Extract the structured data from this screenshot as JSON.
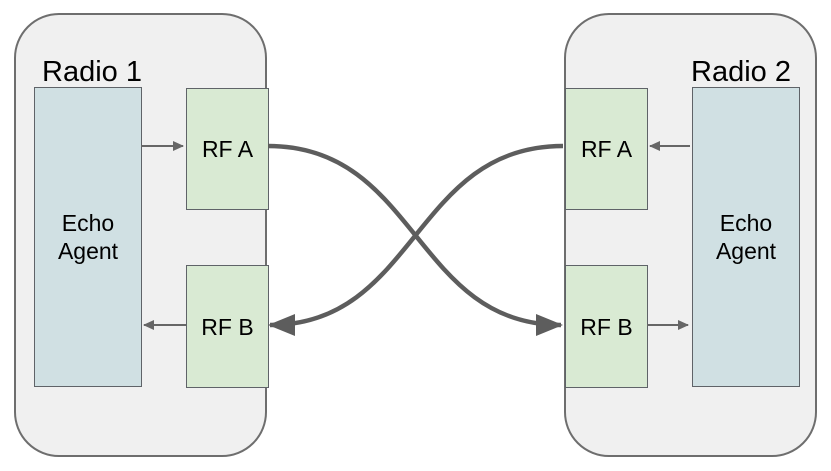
{
  "diagram": {
    "radios": [
      {
        "id": "radio-1",
        "title": "Radio 1",
        "agent_label": "Echo Agent",
        "rf_a_label": "RF A",
        "rf_b_label": "RF B"
      },
      {
        "id": "radio-2",
        "title": "Radio 2",
        "agent_label": "Echo Agent",
        "rf_a_label": "RF A",
        "rf_b_label": "RF B"
      }
    ],
    "connections": [
      {
        "from": "radio-1-echo-agent",
        "to": "radio-1-rf-a",
        "style": "thin"
      },
      {
        "from": "radio-1-rf-b",
        "to": "radio-1-echo-agent",
        "style": "thin"
      },
      {
        "from": "radio-2-echo-agent",
        "to": "radio-2-rf-a",
        "style": "thin"
      },
      {
        "from": "radio-2-rf-b",
        "to": "radio-2-echo-agent",
        "style": "thin"
      },
      {
        "from": "radio-1-rf-a",
        "to": "radio-2-rf-b",
        "style": "thick-curve"
      },
      {
        "from": "radio-2-rf-a",
        "to": "radio-1-rf-b",
        "style": "thick-curve"
      }
    ],
    "colors": {
      "radio_fill": "#f0f0f0",
      "agent_fill": "#d0e0e3",
      "rf_fill": "#d9ead3",
      "stroke": "#666666",
      "thick_arrow": "#5d5d5d",
      "background": "#ffffff"
    }
  }
}
